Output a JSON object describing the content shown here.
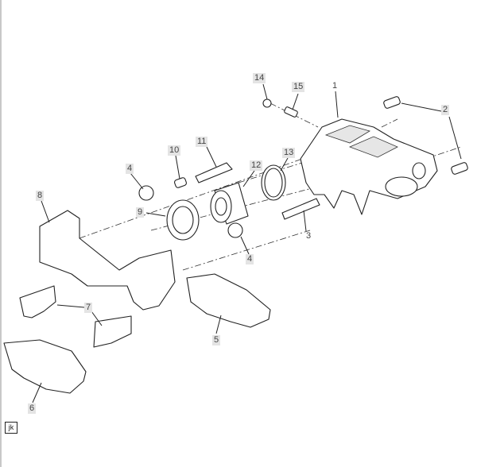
{
  "diagram": {
    "callouts": {
      "c1": "1",
      "c2": "2",
      "c3": "3",
      "c4a": "4",
      "c4b": "4",
      "c5": "5",
      "c6": "6",
      "c7": "7",
      "c8": "8",
      "c9": "9",
      "c10": "10",
      "c11": "11",
      "c12": "12",
      "c13": "13",
      "c14": "14",
      "c15": "15"
    },
    "corner_tag": "jk"
  }
}
